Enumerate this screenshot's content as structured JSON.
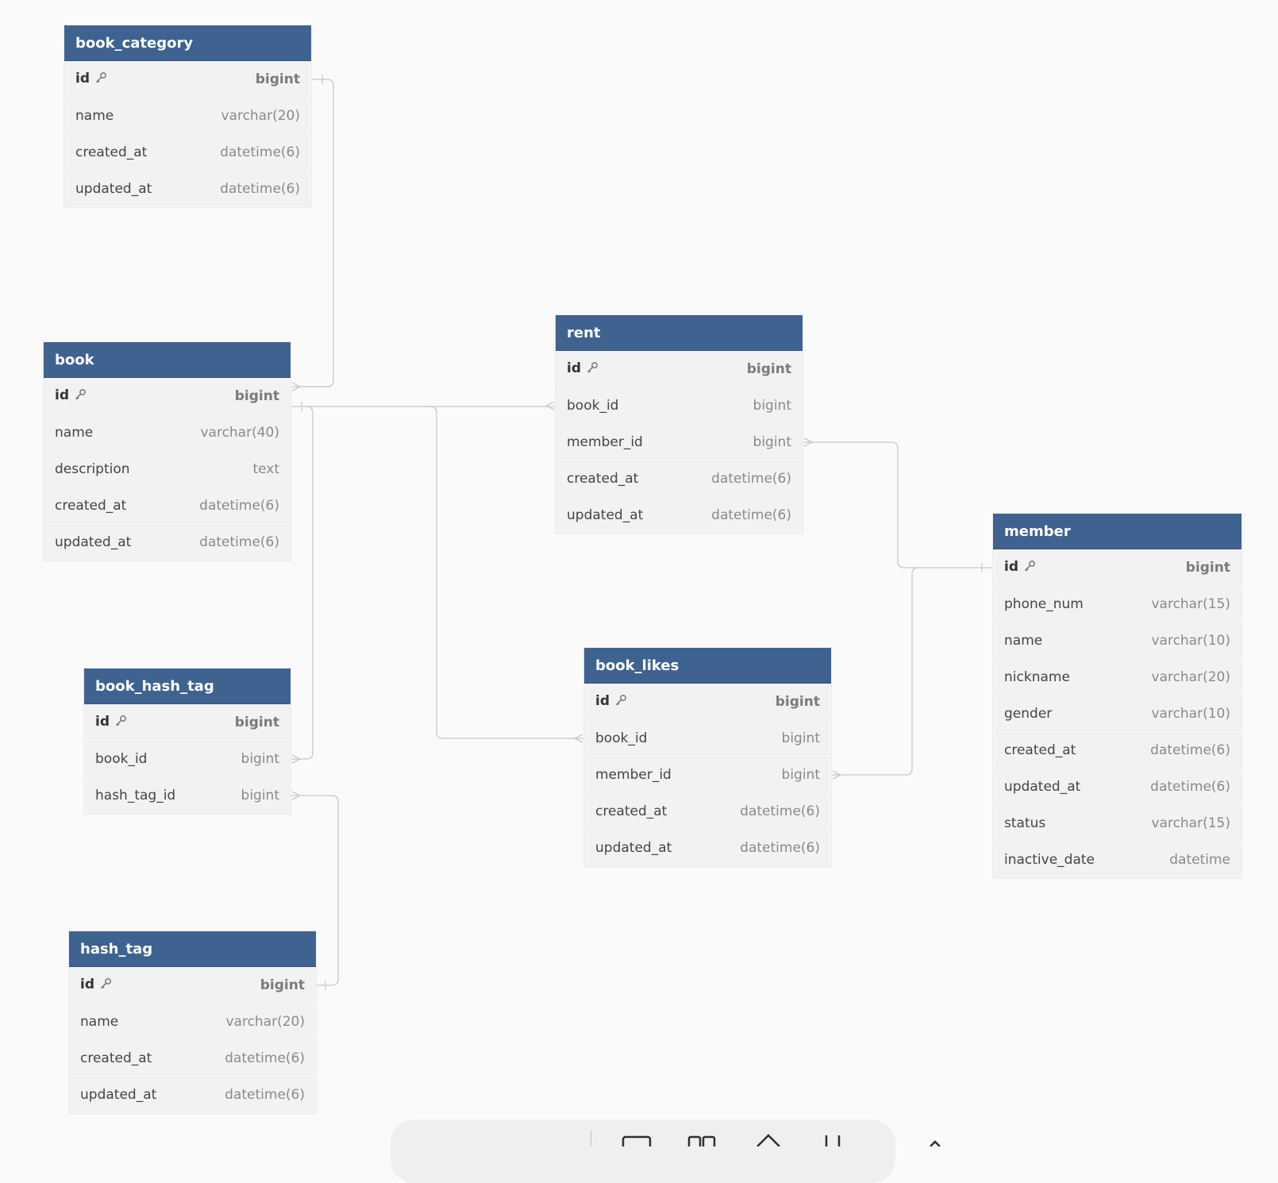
{
  "tables": [
    {
      "id": "book_category",
      "name": "book_category",
      "fields": [
        {
          "name": "id",
          "type": "bigint",
          "pk": true
        },
        {
          "name": "name",
          "type": "varchar(20)"
        },
        {
          "name": "created_at",
          "type": "datetime(6)"
        },
        {
          "name": "updated_at",
          "type": "datetime(6)"
        }
      ]
    },
    {
      "id": "book",
      "name": "book",
      "fields": [
        {
          "name": "id",
          "type": "bigint",
          "pk": true
        },
        {
          "name": "name",
          "type": "varchar(40)"
        },
        {
          "name": "description",
          "type": "text"
        },
        {
          "name": "created_at",
          "type": "datetime(6)"
        },
        {
          "name": "updated_at",
          "type": "datetime(6)"
        }
      ]
    },
    {
      "id": "book_hash_tag",
      "name": "book_hash_tag",
      "fields": [
        {
          "name": "id",
          "type": "bigint",
          "pk": true
        },
        {
          "name": "book_id",
          "type": "bigint"
        },
        {
          "name": "hash_tag_id",
          "type": "bigint"
        }
      ]
    },
    {
      "id": "hash_tag",
      "name": "hash_tag",
      "fields": [
        {
          "name": "id",
          "type": "bigint",
          "pk": true
        },
        {
          "name": "name",
          "type": "varchar(20)"
        },
        {
          "name": "created_at",
          "type": "datetime(6)"
        },
        {
          "name": "updated_at",
          "type": "datetime(6)"
        }
      ]
    },
    {
      "id": "rent",
      "name": "rent",
      "fields": [
        {
          "name": "id",
          "type": "bigint",
          "pk": true
        },
        {
          "name": "book_id",
          "type": "bigint"
        },
        {
          "name": "member_id",
          "type": "bigint"
        },
        {
          "name": "created_at",
          "type": "datetime(6)"
        },
        {
          "name": "updated_at",
          "type": "datetime(6)"
        }
      ]
    },
    {
      "id": "book_likes",
      "name": "book_likes",
      "fields": [
        {
          "name": "id",
          "type": "bigint",
          "pk": true
        },
        {
          "name": "book_id",
          "type": "bigint"
        },
        {
          "name": "member_id",
          "type": "bigint"
        },
        {
          "name": "created_at",
          "type": "datetime(6)"
        },
        {
          "name": "updated_at",
          "type": "datetime(6)"
        }
      ]
    },
    {
      "id": "member",
      "name": "member",
      "fields": [
        {
          "name": "id",
          "type": "bigint",
          "pk": true
        },
        {
          "name": "phone_num",
          "type": "varchar(15)"
        },
        {
          "name": "name",
          "type": "varchar(10)"
        },
        {
          "name": "nickname",
          "type": "varchar(20)"
        },
        {
          "name": "gender",
          "type": "varchar(10)"
        },
        {
          "name": "created_at",
          "type": "datetime(6)"
        },
        {
          "name": "updated_at",
          "type": "datetime(6)"
        },
        {
          "name": "status",
          "type": "varchar(15)"
        },
        {
          "name": "inactive_date",
          "type": "datetime"
        }
      ]
    }
  ],
  "relationships": [
    {
      "from": "book.id",
      "to": "book_category.id"
    },
    {
      "from": "rent.book_id",
      "to": "book.id"
    },
    {
      "from": "book_likes.book_id",
      "to": "book.id"
    },
    {
      "from": "book_hash_tag.book_id",
      "to": "book.id"
    },
    {
      "from": "book_hash_tag.hash_tag_id",
      "to": "hash_tag.id"
    },
    {
      "from": "rent.member_id",
      "to": "member.id"
    },
    {
      "from": "book_likes.member_id",
      "to": "member.id"
    }
  ],
  "icons": {
    "primary_key": "key-icon"
  },
  "colors": {
    "header": "#3e6391",
    "body": "#f2f2f2",
    "background": "#fafafa",
    "edge": "#c8c8c8"
  },
  "toolbar": {
    "buttons": [
      "caret-icon",
      "comment-icon",
      "layout-icon",
      "home-icon",
      "fit-icon"
    ]
  }
}
